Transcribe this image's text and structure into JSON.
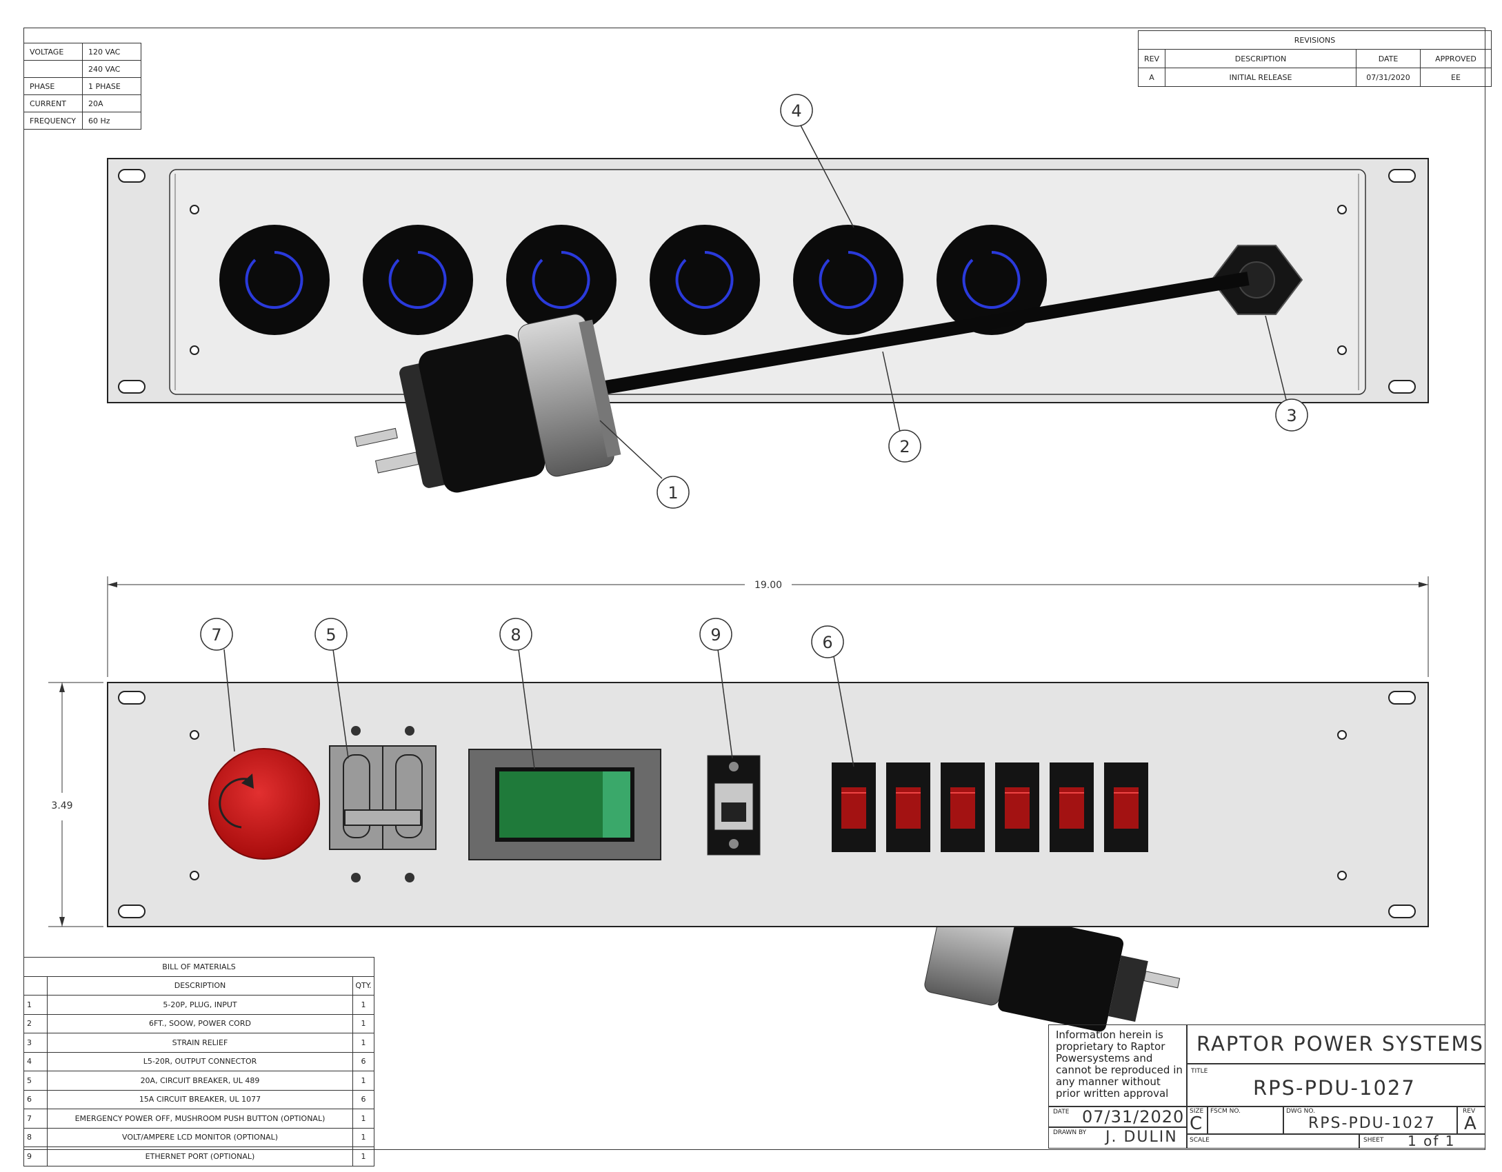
{
  "specs": [
    {
      "label": "VOLTAGE",
      "value": "120 VAC"
    },
    {
      "label": "",
      "value": "240 VAC"
    },
    {
      "label": "PHASE",
      "value": "1 PHASE"
    },
    {
      "label": "CURRENT",
      "value": "20A"
    },
    {
      "label": "FREQUENCY",
      "value": "60 Hz"
    }
  ],
  "revisions": {
    "title": "REVISIONS",
    "headers": {
      "rev": "REV",
      "description": "DESCRIPTION",
      "date": "DATE",
      "approved": "APPROVED"
    },
    "rows": [
      {
        "rev": "A",
        "description": "INITIAL RELEASE",
        "date": "07/31/2020",
        "approved": "EE"
      }
    ]
  },
  "callouts": {
    "c1": "1",
    "c2": "2",
    "c3": "3",
    "c4": "4",
    "c5": "5",
    "c6": "6",
    "c7": "7",
    "c8": "8",
    "c9": "9"
  },
  "dimensions": {
    "width": "19.00",
    "height": "3.49"
  },
  "bom": {
    "title": "BILL OF MATERIALS",
    "headers": {
      "description": "DESCRIPTION",
      "qty": "QTY."
    },
    "rows": [
      {
        "item": "1",
        "description": "5-20P, PLUG, INPUT",
        "qty": "1"
      },
      {
        "item": "2",
        "description": "6FT., SOOW, POWER CORD",
        "qty": "1"
      },
      {
        "item": "3",
        "description": "STRAIN RELIEF",
        "qty": "1"
      },
      {
        "item": "4",
        "description": "L5-20R, OUTPUT CONNECTOR",
        "qty": "6"
      },
      {
        "item": "5",
        "description": "20A, CIRCUIT BREAKER, UL 489",
        "qty": "1"
      },
      {
        "item": "6",
        "description": "15A CIRCUIT BREAKER, UL 1077",
        "qty": "6"
      },
      {
        "item": "7",
        "description": "EMERGENCY POWER OFF, MUSHROOM PUSH BUTTON (OPTIONAL)",
        "qty": "1"
      },
      {
        "item": "8",
        "description": "VOLT/AMPERE LCD MONITOR (OPTIONAL)",
        "qty": "1"
      },
      {
        "item": "9",
        "description": "ETHERNET PORT (OPTIONAL)",
        "qty": "1"
      }
    ]
  },
  "title_block": {
    "notice": "Information herein is proprietary to Raptor Powersystems and cannot be reproduced in any manner without prior written approval",
    "company": "RAPTOR POWER SYSTEMS",
    "title_label": "TITLE",
    "title": "RPS-PDU-1027",
    "date_label": "DATE",
    "date": "07/31/2020",
    "drawn_by_label": "DRAWN BY",
    "drawn_by": "J. DULIN",
    "size_label": "SIZE",
    "size": "C",
    "fscm_label": "FSCM NO.",
    "dwg_label": "DWG NO.",
    "dwg_no": "RPS-PDU-1027",
    "rev_label": "REV",
    "rev": "A",
    "scale_label": "SCALE",
    "sheet_label": "SHEET",
    "sheet": "1 of 1"
  },
  "colors": {
    "panel": "#e4e4e4",
    "outlet_ring": "#2a3adb",
    "epo": "#cc1111",
    "lcd": "#1f7a3a",
    "breaker": "#a31212"
  }
}
